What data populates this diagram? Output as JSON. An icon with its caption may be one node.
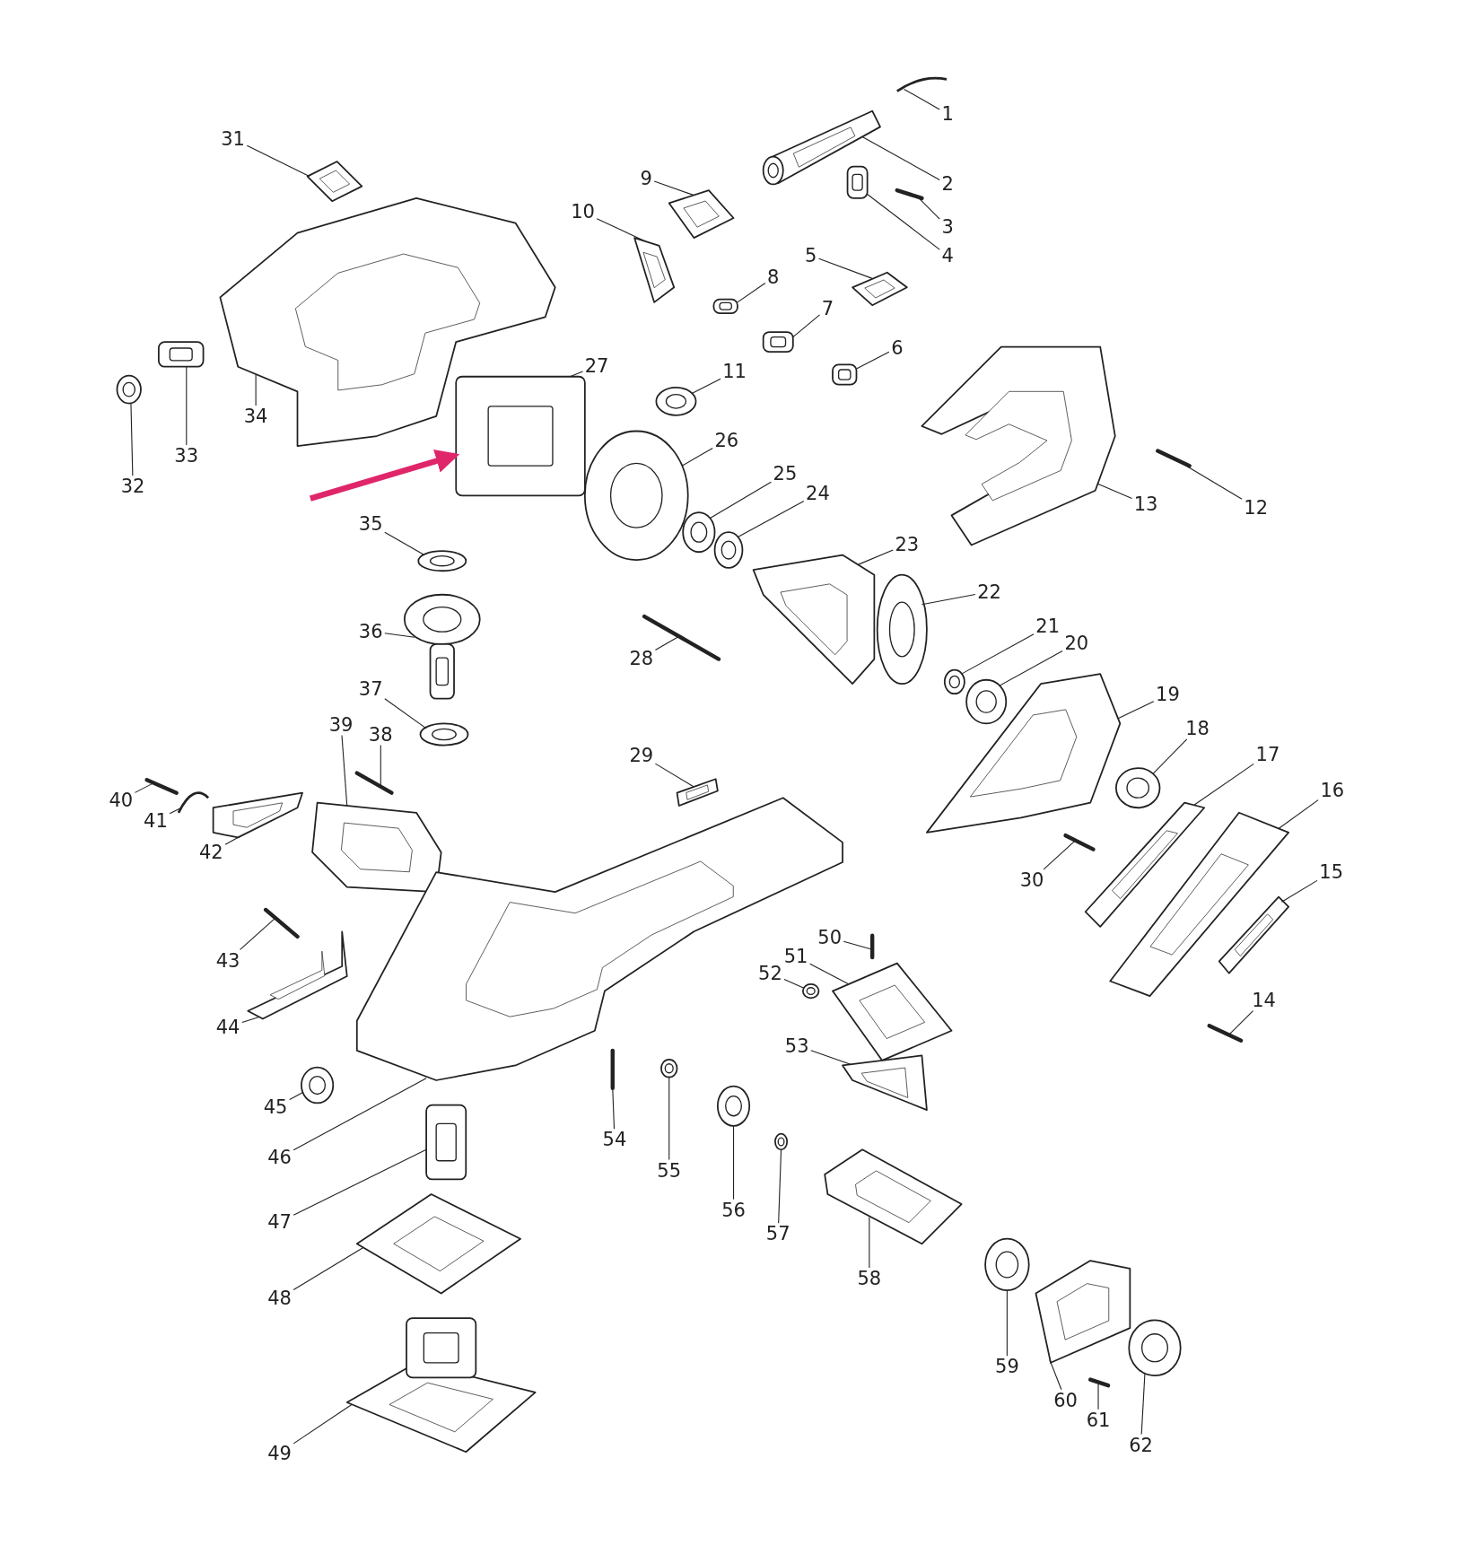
{
  "diagram": {
    "nodes": [
      {
        "text": [
          "1"
        ]
      },
      {
        "text": [
          "2"
        ]
      },
      {
        "text": [
          "3"
        ]
      },
      {
        "text": [
          "4"
        ]
      },
      {
        "text": [
          "5"
        ]
      },
      {
        "text": [
          "6"
        ]
      },
      {
        "text": [
          "7"
        ]
      },
      {
        "text": [
          "8"
        ]
      },
      {
        "text": [
          "9"
        ]
      },
      {
        "text": [
          "10"
        ]
      },
      {
        "text": [
          "11"
        ]
      },
      {
        "text": [
          "12"
        ]
      },
      {
        "text": [
          "13"
        ]
      },
      {
        "text": [
          "14"
        ]
      },
      {
        "text": [
          "15"
        ]
      },
      {
        "text": [
          "16"
        ]
      },
      {
        "text": [
          "17"
        ]
      },
      {
        "text": [
          "18"
        ]
      },
      {
        "text": [
          "19"
        ]
      },
      {
        "text": [
          "20"
        ]
      },
      {
        "text": [
          "21"
        ]
      },
      {
        "text": [
          "22"
        ]
      },
      {
        "text": [
          "23"
        ]
      },
      {
        "text": [
          "24"
        ]
      },
      {
        "text": [
          "25"
        ]
      },
      {
        "text": [
          "26"
        ]
      },
      {
        "text": [
          "27"
        ]
      },
      {
        "text": [
          "28"
        ]
      },
      {
        "text": [
          "29"
        ]
      },
      {
        "text": [
          "30"
        ]
      },
      {
        "text": [
          "31"
        ]
      },
      {
        "text": [
          "32"
        ]
      },
      {
        "text": [
          "33"
        ]
      },
      {
        "text": [
          "34"
        ]
      },
      {
        "text": [
          "35"
        ]
      },
      {
        "text": [
          "36"
        ]
      },
      {
        "text": [
          "37"
        ]
      },
      {
        "text": [
          "38"
        ]
      },
      {
        "text": [
          "39"
        ]
      },
      {
        "text": [
          "40"
        ]
      },
      {
        "text": [
          "41"
        ]
      },
      {
        "text": [
          "42"
        ]
      },
      {
        "text": [
          "43"
        ]
      },
      {
        "text": [
          "44"
        ]
      },
      {
        "text": [
          "45"
        ]
      },
      {
        "text": [
          "46"
        ]
      },
      {
        "text": [
          "47"
        ]
      },
      {
        "text": [
          "48"
        ]
      },
      {
        "text": [
          "49"
        ]
      },
      {
        "text": [
          "50"
        ]
      },
      {
        "text": [
          "51"
        ]
      },
      {
        "text": [
          "52"
        ]
      },
      {
        "text": [
          "53"
        ]
      },
      {
        "text": [
          "54"
        ]
      },
      {
        "text": [
          "55"
        ]
      },
      {
        "text": [
          "56"
        ]
      },
      {
        "text": [
          "57"
        ]
      },
      {
        "text": [
          "58"
        ]
      },
      {
        "text": [
          "59"
        ]
      },
      {
        "text": [
          "60"
        ]
      },
      {
        "text": [
          "61"
        ]
      },
      {
        "text": [
          "62"
        ]
      },
      {
        "text": [],
        "shape": "picture"
      },
      {
        "text": [],
        "shape": "picture"
      },
      {
        "text": [],
        "shape": "picture"
      },
      {
        "text": [],
        "shape": "picture"
      },
      {
        "text": [],
        "shape": "picture"
      },
      {
        "text": [],
        "shape": "picture"
      },
      {
        "text": [],
        "shape": "picture"
      },
      {
        "text": [],
        "shape": "picture"
      },
      {
        "text": [],
        "shape": "picture"
      },
      {
        "text": [],
        "shape": "picture"
      },
      {
        "text": [],
        "shape": "picture"
      },
      {
        "text": [],
        "shape": "picture"
      },
      {
        "text": [],
        "shape": "picture"
      },
      {
        "text": [],
        "shape": "picture"
      },
      {
        "text": [],
        "shape": "picture"
      },
      {
        "text": [],
        "shape": "picture"
      },
      {
        "text": [],
        "shape": "picture"
      },
      {
        "text": [],
        "shape": "picture"
      },
      {
        "text": [],
        "shape": "picture"
      },
      {
        "text": [],
        "shape": "picture"
      },
      {
        "text": [],
        "shape": "picture"
      },
      {
        "text": [],
        "shape": "picture"
      },
      {
        "text": [],
        "shape": "picture"
      },
      {
        "text": [],
        "shape": "picture"
      },
      {
        "text": [],
        "shape": "picture"
      },
      {
        "text": [],
        "shape": "picture"
      },
      {
        "text": [],
        "shape": "picture"
      },
      {
        "text": [],
        "shape": "picture"
      },
      {
        "text": [],
        "shape": "picture"
      },
      {
        "text": [],
        "shape": "picture"
      },
      {
        "text": [],
        "shape": "picture"
      },
      {
        "text": [],
        "shape": "picture"
      },
      {
        "text": [],
        "shape": "picture"
      },
      {
        "text": [],
        "shape": "picture"
      },
      {
        "text": [],
        "shape": "picture"
      },
      {
        "text": [],
        "shape": "picture"
      },
      {
        "text": [],
        "shape": "picture"
      },
      {
        "text": [],
        "shape": "picture"
      },
      {
        "text": [],
        "shape": "picture"
      },
      {
        "text": [],
        "shape": "picture"
      },
      {
        "text": [],
        "shape": "picture"
      },
      {
        "text": [],
        "shape": "picture"
      },
      {
        "text": [],
        "shape": "picture"
      },
      {
        "text": [],
        "shape": "picture"
      },
      {
        "text": [],
        "shape": "picture"
      },
      {
        "text": [],
        "shape": "picture"
      },
      {
        "text": [],
        "shape": "picture"
      },
      {
        "text": [],
        "shape": "picture"
      },
      {
        "text": [],
        "shape": "picture"
      },
      {
        "text": [],
        "shape": "picture"
      },
      {
        "text": [],
        "shape": "picture"
      },
      {
        "text": [],
        "shape": "picture"
      },
      {
        "text": [],
        "shape": "picture"
      },
      {
        "text": [],
        "shape": "picture"
      },
      {
        "text": [],
        "shape": "picture"
      },
      {
        "text": [],
        "shape": "picture"
      },
      {
        "text": [],
        "shape": "picture"
      },
      {
        "text": [],
        "shape": "picture"
      },
      {
        "text": [],
        "shape": "picture"
      },
      {
        "text": [],
        "shape": "picture"
      },
      {
        "text": [],
        "shape": "picture"
      },
      {
        "text": [],
        "shape": "picture"
      }
    ],
    "edges": [
      {
        "from": 0,
        "to": 62,
        "arrow": "none"
      },
      {
        "from": 1,
        "to": 63,
        "arrow": "none"
      },
      {
        "from": 2,
        "to": 64,
        "arrow": "none"
      },
      {
        "from": 3,
        "to": 65,
        "arrow": "none"
      },
      {
        "from": 4,
        "to": 66,
        "arrow": "none"
      },
      {
        "from": 5,
        "to": 67,
        "arrow": "none"
      },
      {
        "from": 6,
        "to": 68,
        "arrow": "none"
      },
      {
        "from": 7,
        "to": 69,
        "arrow": "none"
      },
      {
        "from": 8,
        "to": 70,
        "arrow": "none"
      },
      {
        "from": 9,
        "to": 71,
        "arrow": "none"
      },
      {
        "from": 10,
        "to": 72,
        "arrow": "none"
      },
      {
        "from": 11,
        "to": 73,
        "arrow": "none"
      },
      {
        "from": 12,
        "to": 74,
        "arrow": "none"
      },
      {
        "from": 13,
        "to": 75,
        "arrow": "none"
      },
      {
        "from": 14,
        "to": 76,
        "arrow": "none"
      },
      {
        "from": 15,
        "to": 77,
        "arrow": "none"
      },
      {
        "from": 16,
        "to": 78,
        "arrow": "none"
      },
      {
        "from": 17,
        "to": 79,
        "arrow": "none"
      },
      {
        "from": 18,
        "to": 80,
        "arrow": "none"
      },
      {
        "from": 19,
        "to": 81,
        "arrow": "none"
      },
      {
        "from": 20,
        "to": 82,
        "arrow": "none"
      },
      {
        "from": 21,
        "to": 83,
        "arrow": "none"
      },
      {
        "from": 22,
        "to": 84,
        "arrow": "none"
      },
      {
        "from": 23,
        "to": 85,
        "arrow": "none"
      },
      {
        "from": 24,
        "to": 86,
        "arrow": "none"
      },
      {
        "from": 25,
        "to": 87,
        "arrow": "none"
      },
      {
        "from": 26,
        "to": 88,
        "arrow": "none"
      },
      {
        "from": 27,
        "to": 89,
        "arrow": "none"
      },
      {
        "from": 28,
        "to": 90,
        "arrow": "none"
      },
      {
        "from": 29,
        "to": 91,
        "arrow": "none"
      },
      {
        "from": 30,
        "to": 92,
        "arrow": "none"
      },
      {
        "from": 31,
        "to": 93,
        "arrow": "none"
      },
      {
        "from": 32,
        "to": 94,
        "arrow": "none"
      },
      {
        "from": 33,
        "to": 95,
        "arrow": "none"
      },
      {
        "from": 34,
        "to": 96,
        "arrow": "none"
      },
      {
        "from": 35,
        "to": 97,
        "arrow": "none"
      },
      {
        "from": 36,
        "to": 98,
        "arrow": "none"
      },
      {
        "from": 37,
        "to": 99,
        "arrow": "none"
      },
      {
        "from": 38,
        "to": 100,
        "arrow": "none"
      },
      {
        "from": 39,
        "to": 101,
        "arrow": "none"
      },
      {
        "from": 40,
        "to": 102,
        "arrow": "none"
      },
      {
        "from": 41,
        "to": 103,
        "arrow": "none"
      },
      {
        "from": 42,
        "to": 104,
        "arrow": "none"
      },
      {
        "from": 43,
        "to": 105,
        "arrow": "none"
      },
      {
        "from": 44,
        "to": 106,
        "arrow": "none"
      },
      {
        "from": 45,
        "to": 107,
        "arrow": "none"
      },
      {
        "from": 46,
        "to": 108,
        "arrow": "none"
      },
      {
        "from": 47,
        "to": 109,
        "arrow": "none"
      },
      {
        "from": 48,
        "to": 110,
        "arrow": "none"
      },
      {
        "from": 49,
        "to": 111,
        "arrow": "none"
      },
      {
        "from": 50,
        "to": 112,
        "arrow": "none"
      },
      {
        "from": 51,
        "to": 113,
        "arrow": "none"
      },
      {
        "from": 52,
        "to": 114,
        "arrow": "none"
      },
      {
        "from": 53,
        "to": 115,
        "arrow": "none"
      },
      {
        "from": 54,
        "to": 116,
        "arrow": "none"
      },
      {
        "from": 55,
        "to": 117,
        "arrow": "none"
      },
      {
        "from": 56,
        "to": 118,
        "arrow": "none"
      },
      {
        "from": 57,
        "to": 119,
        "arrow": "none"
      },
      {
        "from": 58,
        "to": 120,
        "arrow": "none"
      },
      {
        "from": 59,
        "to": 121,
        "arrow": "none"
      },
      {
        "from": 60,
        "to": 122,
        "arrow": "none"
      },
      {
        "from": 61,
        "to": 123,
        "arrow": "none"
      },
      {
        "from": null,
        "to": 88,
        "arrow": "to",
        "style": "thick",
        "color": "#e0266a"
      }
    ]
  }
}
